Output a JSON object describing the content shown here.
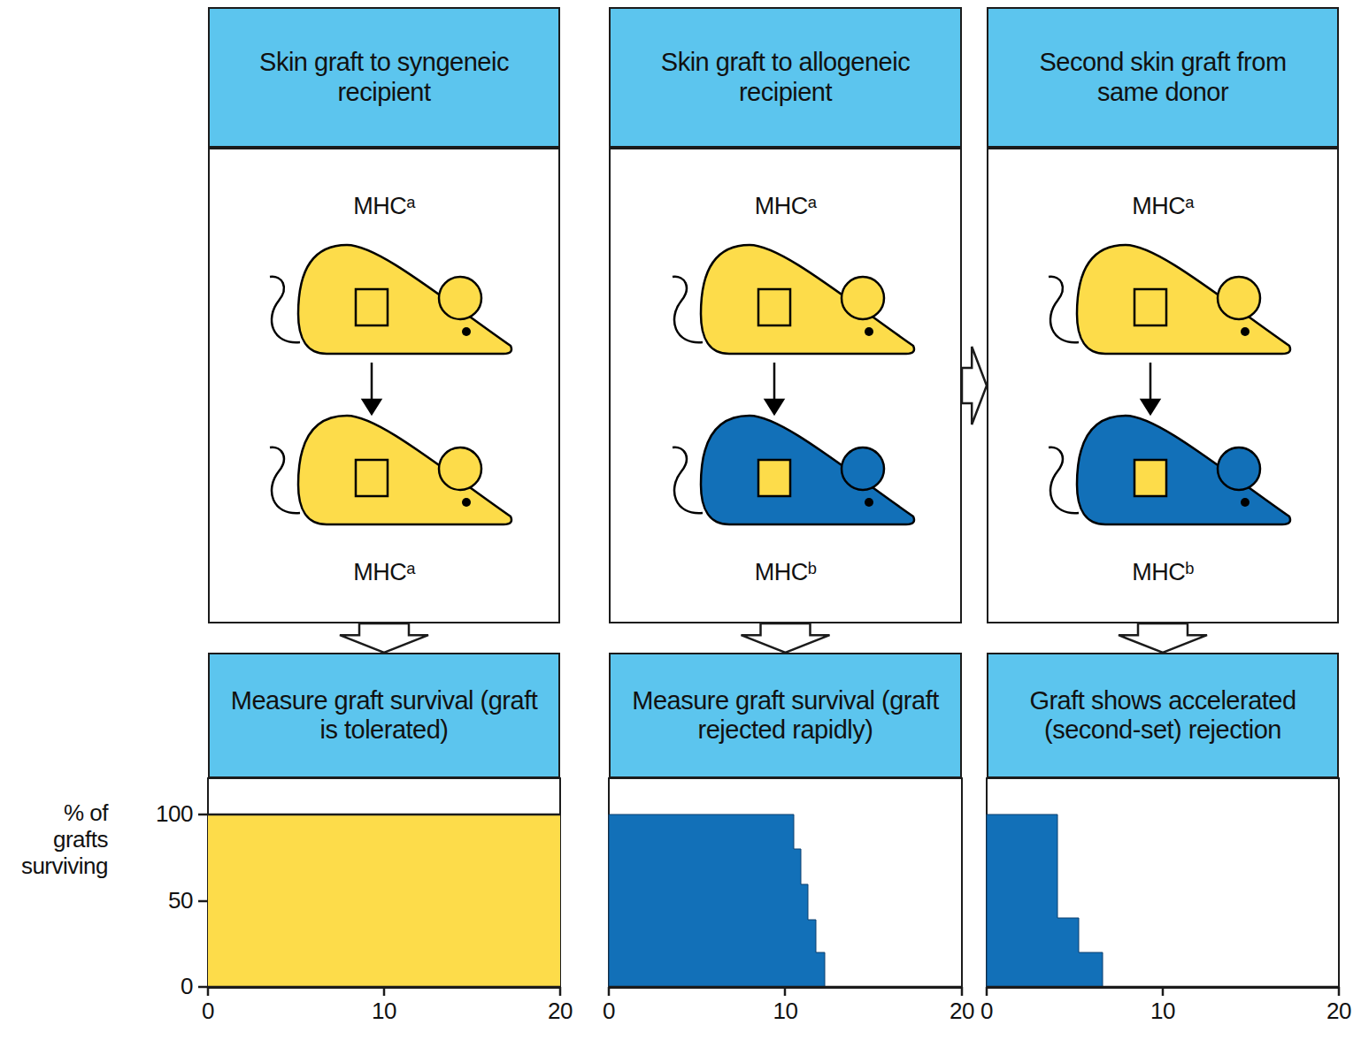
{
  "diagram": {
    "nodes": [
      {
        "text": [
          "Skin graft to syngeneic recipient"
        ]
      },
      {
        "text": [
          "MHCᵃ",
          "MHCᵃ"
        ]
      },
      {
        "text": [
          "Measure graft survival (graft is tolerated)"
        ]
      },
      {
        "text": [
          "Skin graft to allogeneic recipient"
        ]
      },
      {
        "text": [
          "MHCᵃ",
          "MHCᵇ"
        ]
      },
      {
        "text": [
          "Measure graft survival (graft rejected rapidly)"
        ]
      },
      {
        "text": [
          "Second skin graft from same donor"
        ]
      },
      {
        "text": [
          "MHCᵃ",
          "MHCᵇ"
        ]
      },
      {
        "text": [
          "Graft shows accelerated (second-set) rejection"
        ]
      }
    ],
    "edges": [
      {
        "from": 1,
        "to": 2,
        "arrow": "to"
      },
      {
        "from": 4,
        "to": 5,
        "arrow": "to"
      },
      {
        "from": 4,
        "to": 7,
        "arrow": "to"
      },
      {
        "from": 7,
        "to": 8,
        "arrow": "to"
      }
    ],
    "labels": [
      "% of grafts surviving",
      "100",
      "50",
      "0",
      "0",
      "10",
      "20",
      "0",
      "10",
      "20",
      "0",
      "10",
      "20"
    ]
  }
}
